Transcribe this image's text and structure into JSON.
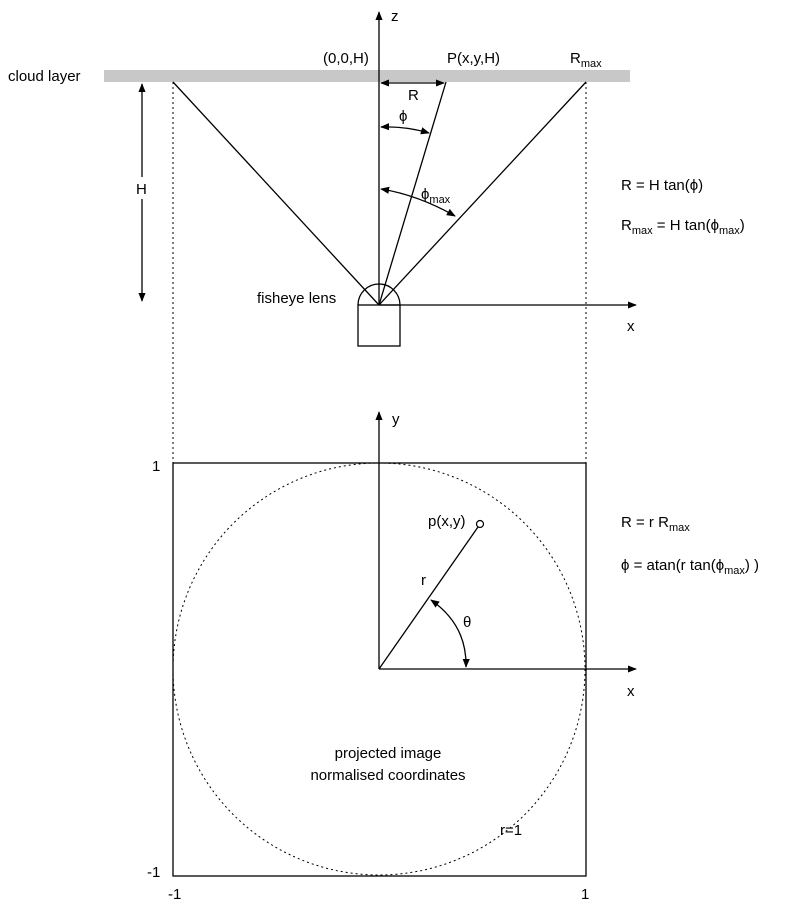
{
  "diagram": {
    "labels": {
      "cloud_layer": "cloud layer",
      "z_axis": "z",
      "origin_top": "(0,0,H)",
      "point_P": "P(x,y,H)",
      "rmax_R": "R",
      "rmax_sub": "max",
      "R": "R",
      "phi": "ϕ",
      "phimax_base": "ϕ",
      "phimax_sub": "max",
      "H": "H",
      "fisheye_lens": "fisheye lens",
      "x_top": "x",
      "y_axis": "y",
      "x_bottom": "x",
      "point_p": "p(x,y)",
      "r": "r",
      "theta": "θ",
      "one_y": "1",
      "neg_one_y": "-1",
      "neg_one_x": "-1",
      "one_x": "1",
      "projected_line1": "projected image",
      "projected_line2": "normalised coordinates",
      "r_equals_1": "r=1"
    },
    "equations": {
      "eq1": "R = H tan(ϕ)",
      "eq2_a": "R",
      "eq2_a_sub": "max",
      "eq2_b": " = H tan(ϕ",
      "eq2_b_sub": "max",
      "eq2_c": ")",
      "eq3_a": "R = r R",
      "eq3_a_sub": "max",
      "eq4_a": "ϕ = atan(r tan(ϕ",
      "eq4_a_sub": "max",
      "eq4_b": ") )"
    },
    "colors": {
      "line": "#000000",
      "cloud_band": "#c8c8c8",
      "background": "#ffffff"
    }
  }
}
